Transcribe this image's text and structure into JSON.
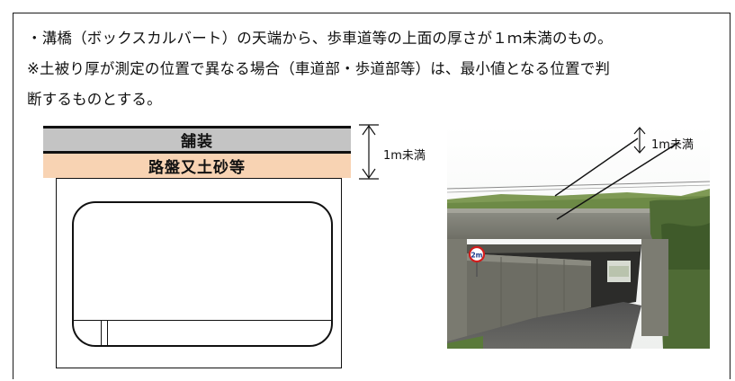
{
  "document": {
    "line1": "・溝橋（ボックスカルバート）の天端から、歩車道等の上面の厚さが１ｍ未満のもの。",
    "line2": "※土被り厚が測定の位置で異なる場合（車道部・歩道部等）は、最小値となる位置で判",
    "line3": "断するものとする。"
  },
  "diagram": {
    "paving_label": "舗装",
    "subbase_label": "路盤又土砂等",
    "dimension_label": "1m未満"
  },
  "photo": {
    "dimension_label": "1m未満",
    "sign_text": "2m"
  }
}
